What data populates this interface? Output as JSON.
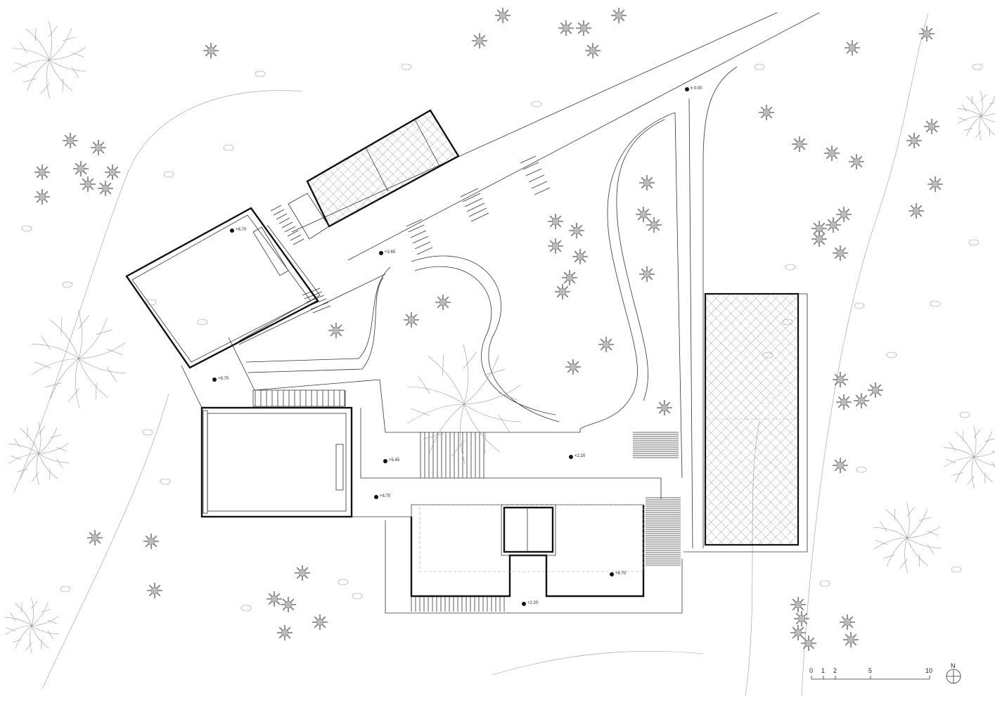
{
  "drawing": {
    "type": "site plan",
    "colors": {
      "line": "#333333",
      "wall": "#111111",
      "light": "#999999",
      "background": "#ffffff"
    }
  },
  "elevations": [
    {
      "id": "road-top",
      "text": "± 0.00"
    },
    {
      "id": "upper-hall",
      "text": "+8.70"
    },
    {
      "id": "ramp",
      "text": "+3.65"
    },
    {
      "id": "link",
      "text": "+8.70"
    },
    {
      "id": "plaza-west",
      "text": "+5.45"
    },
    {
      "id": "plaza-east",
      "text": "+2.20"
    },
    {
      "id": "terrace",
      "text": "+8.70"
    },
    {
      "id": "roof-east",
      "text": "+8.70"
    },
    {
      "id": "lower-court",
      "text": "+2.20"
    }
  ],
  "scale_bar": {
    "ticks": [
      "0",
      "1",
      "2",
      "5",
      "10"
    ]
  },
  "north_arrow": {
    "label": "N"
  }
}
